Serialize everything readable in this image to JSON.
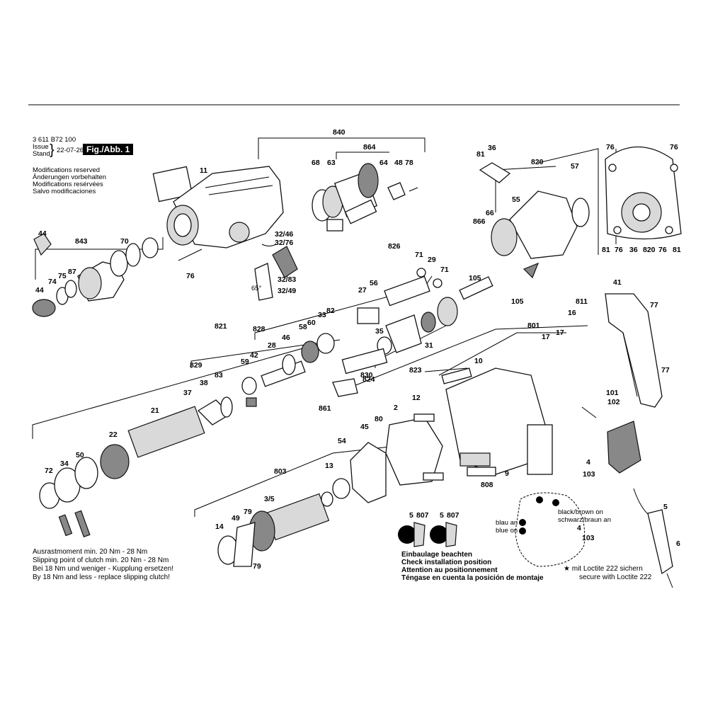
{
  "header": {
    "doc_number": "3 611 B72 100",
    "issue_label": "Issue",
    "stand_label": "Stand",
    "date": "22-07-26",
    "figure_label": "Fig./Abb. 1"
  },
  "modifications": [
    "Modifications reserved",
    "Änderungen vorbehalten",
    "Modifications resérvées",
    "Salvo modificaciones"
  ],
  "clutch_notes": [
    "Ausrastmoment min. 20 Nm - 28 Nm",
    "Slipping point of clutch min. 20 Nm - 28 Nm",
    "Bei 18 Nm und weniger - Kupplung ersetzen!",
    "By 18 Nm and less - replace slipping clutch!"
  ],
  "install_notes": [
    "Einbaulage beachten",
    "Check installation position",
    "Attention au positionnement",
    "Téngase en cuenta la posición de montaje"
  ],
  "loctite_notes": [
    "★ mit Loctite 222 sichern",
    "secure with Loctite 222"
  ],
  "wiring_labels": {
    "blue_de": "blau an",
    "blue_en": "blue on",
    "black_brown_en": "black/brown on",
    "black_brown_de": "schwarz/braun an"
  },
  "angle_label": "65°",
  "part_numbers": [
    "840",
    "864",
    "68",
    "63",
    "64",
    "48",
    "78",
    "11",
    "32/46",
    "32/76",
    "76",
    "32/83",
    "32/49",
    "44",
    "843",
    "70",
    "75",
    "87",
    "74",
    "44",
    "81",
    "36",
    "820",
    "57",
    "55",
    "66",
    "866",
    "105",
    "105",
    "76",
    "76",
    "81",
    "76",
    "36",
    "820",
    "76",
    "81",
    "826",
    "71",
    "29",
    "71",
    "27",
    "56",
    "821",
    "828",
    "58",
    "60",
    "33",
    "82",
    "59",
    "42",
    "28",
    "46",
    "35",
    "31",
    "811",
    "41",
    "77",
    "829",
    "83",
    "38",
    "37",
    "830",
    "823",
    "824",
    "861",
    "16",
    "801",
    "17",
    "17",
    "10",
    "77",
    "21",
    "22",
    "12",
    "80",
    "2",
    "45",
    "54",
    "101",
    "102",
    "72",
    "34",
    "50",
    "803",
    "13",
    "3/5",
    "79",
    "49",
    "14",
    "79",
    "9",
    "808",
    "4",
    "103",
    "5",
    "807",
    "5",
    "807",
    "5",
    "6",
    "4",
    "103"
  ]
}
